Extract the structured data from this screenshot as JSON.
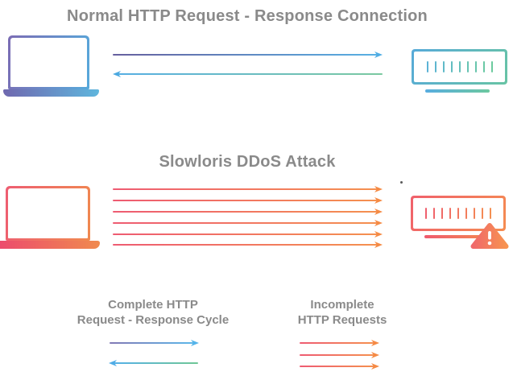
{
  "diagram": {
    "section_normal": {
      "title": "Normal HTTP Request - Response Connection",
      "client_icon": "laptop-icon",
      "server_icon": "server-icon",
      "request_arrow_count": 1,
      "response_arrow_count": 1
    },
    "section_attack": {
      "title": "Slowloris DDoS Attack",
      "client_icon": "laptop-icon",
      "server_icon": "server-icon",
      "warning_icon": "warning-triangle-icon",
      "request_arrow_count": 6
    },
    "legend": {
      "complete": {
        "line1": "Complete HTTP",
        "line2": "Request - Response Cycle",
        "arrow_count": 2
      },
      "incomplete": {
        "line1": "Incomplete",
        "line2": "HTTP Requests",
        "arrow_count": 3
      }
    },
    "colors": {
      "title_gray": "#8a8a8a",
      "purple": "#7b6cb4",
      "blue": "#58b1e4",
      "teal_green": "#6cc89f",
      "pink_red": "#ee5b72",
      "orange": "#f5914f",
      "warning_fill_start": "#f0696a",
      "warning_fill_end": "#f79350"
    }
  }
}
